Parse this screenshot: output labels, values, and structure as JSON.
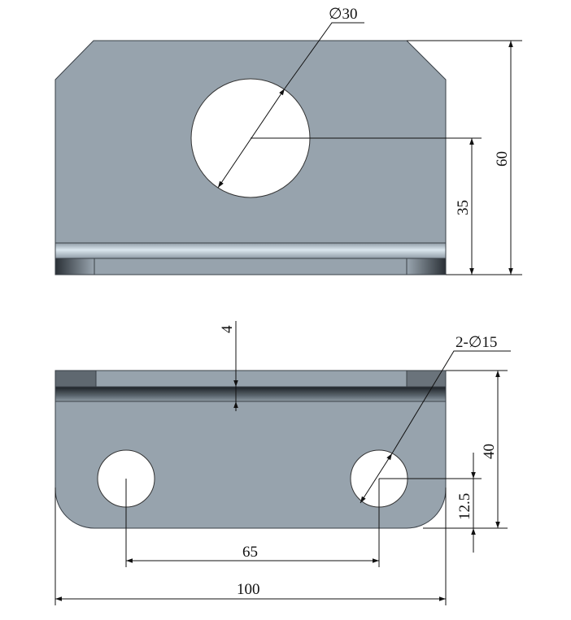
{
  "top_view": {
    "hole_diameter_label": "∅30",
    "hole_height_label": "35",
    "total_height_label": "60"
  },
  "bottom_view": {
    "thickness_label": "4",
    "holes_label": "2-∅15",
    "flange_height_label": "40",
    "hole_offset_label": "12.5",
    "hole_spacing_label": "65",
    "total_width_label": "100"
  },
  "colors": {
    "plate": "#97a3ad",
    "plate_dark": "#5f6870",
    "band_light": "#d4e1ea"
  }
}
